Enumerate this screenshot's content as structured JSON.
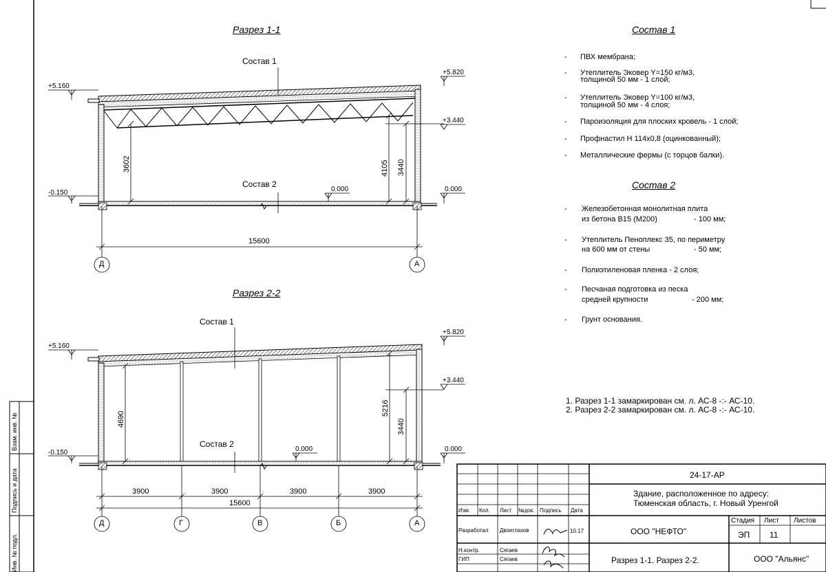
{
  "sections": {
    "s1": {
      "title": "Разрез 1-1"
    },
    "s2": {
      "title": "Разрез 2-2"
    },
    "sostav1": "Состав 1",
    "sostav2": "Состав 2"
  },
  "levels": {
    "l5160": "+5.160",
    "l5820": "+5.820",
    "l3440": "+3.440",
    "lm0150": "-0.150",
    "l0000": "0.000"
  },
  "dims": {
    "d3602": "3602",
    "d4105": "4105",
    "d3440": "3440",
    "d4690": "4690",
    "d5216": "5216",
    "d15600": "15600",
    "d3900": "3900"
  },
  "axes": {
    "D": "Д",
    "G": "Г",
    "V": "В",
    "B": "Б",
    "A": "А"
  },
  "composition1": {
    "title": "Состав 1",
    "items": [
      "ПВХ мембрана;",
      "Утеплитель Эковер Y=150 кг/м3,",
      "толщиной 50 мм - 1 слой;",
      "Утеплитель Эковер Y=100 кг/м3,",
      "толщиной 50 мм - 4 слоя;",
      "Пароизоляция для плоских кровель - 1 слой;",
      "Профнастил Н 114х0,8 (оцинкованный);",
      "Металлические фермы (с торцов балки)."
    ]
  },
  "composition2": {
    "title": "Состав 2",
    "items": [
      "Железобетонная  монолитная плита",
      "из бетона В15 (М200)",
      "- 100 мм;",
      "Утеплитель Пеноплекс 35, по периметру",
      "на 600 мм от стены",
      "- 50 мм;",
      "Полиэтиленовая пленка - 2 слоя;",
      "Песчаная подготовка из песка",
      "средней крупности",
      "- 200 мм;",
      "Грунт основания."
    ]
  },
  "notes": [
    "1. Разрез 1-1 замаркирован см. л. АС-8 -:- АС-10.",
    "2. Разрез 2-2 замаркирован см. л. АС-8 -:- АС-10."
  ],
  "titleblock": {
    "code": "24-17-АР",
    "address1": "Здание, расположенное по адресу:",
    "address2": "Тюменская область, г. Новый Уренгой",
    "h_izm": "Изм.",
    "h_kol": "Кол.",
    "h_list": "Лист",
    "h_ndok": "№док.",
    "h_podp": "Подпись",
    "h_data": "Дата",
    "stage_h": "Стадия",
    "sheet_h": "Лист",
    "sheets_h": "Листов",
    "stage": "ЭП",
    "sheet": "11",
    "developer_role": "Разработал",
    "developer": "Двоеглазов",
    "date": "10.17",
    "nkontr_role": "Н.контр.",
    "nkontr": "Сягаев",
    "gip_role": "ГИП",
    "gip": "Сягаев",
    "org1": "ООО \"НЕФТО\"",
    "sheet_title": "Разрез 1-1. Разрез 2-2.",
    "org2": "ООО \"Альянс\""
  },
  "sidebar": {
    "vzam": "Взам. инв. №",
    "podp": "Подпись и дата",
    "inv": "Инв. № подл."
  }
}
